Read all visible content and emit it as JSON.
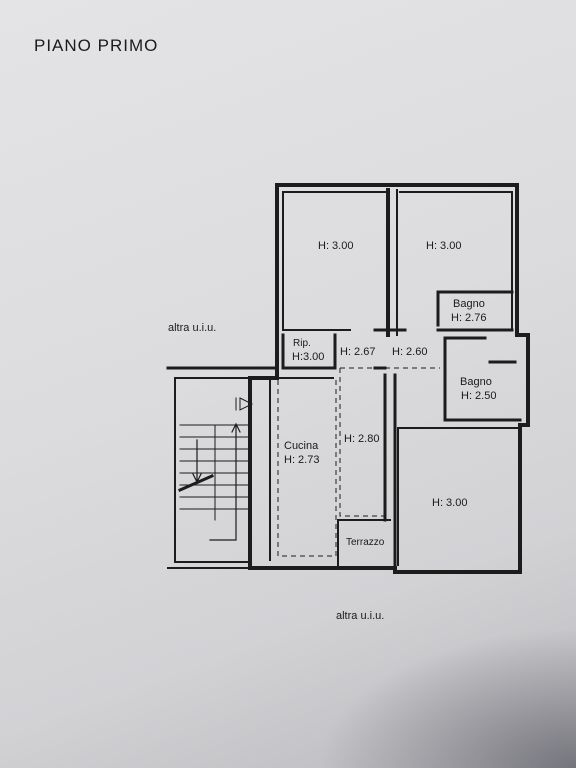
{
  "title": "PIANO PRIMO",
  "neighbor_labels": {
    "left": "altra u.i.u.",
    "bottom": "altra u.i.u."
  },
  "rooms": {
    "room_top_left": {
      "height": "H: 3.00"
    },
    "room_top_right": {
      "height": "H: 3.00"
    },
    "bagno_1": {
      "name": "Bagno",
      "height": "H: 2.76"
    },
    "bagno_2": {
      "name": "Bagno",
      "height": "H: 2.50"
    },
    "rip": {
      "name": "Rip.",
      "height": "H:3.00"
    },
    "corridor_1": {
      "height": "H: 2.67"
    },
    "corridor_2": {
      "height": "H: 2.60"
    },
    "corridor_3": {
      "height": "H: 2.80"
    },
    "cucina": {
      "name": "Cucina",
      "height": "H: 2.73"
    },
    "room_bottom_right": {
      "height": "H: 3.00"
    },
    "terrazzo": {
      "name": "Terrazzo"
    }
  }
}
